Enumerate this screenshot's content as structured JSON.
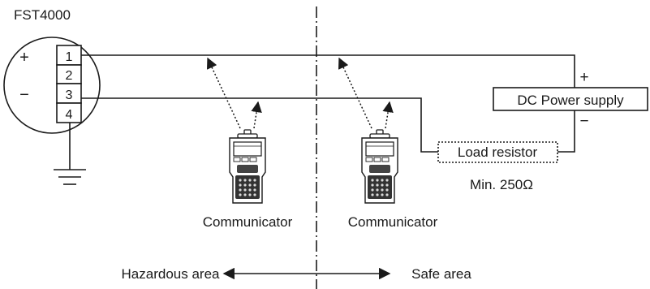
{
  "diagram": {
    "device_label": "FST4000",
    "terminals": [
      "1",
      "2",
      "3",
      "4"
    ],
    "plus_sign": "+",
    "minus_sign": "−",
    "power_supply_label": "DC Power supply",
    "load_resistor_label": "Load resistor",
    "load_resistor_spec": "Min. 250Ω",
    "communicator_label": "Communicator",
    "hazardous_area_label": "Hazardous area",
    "safe_area_label": "Safe area"
  },
  "colors": {
    "line": "#1a1a1a",
    "background": "#ffffff"
  }
}
